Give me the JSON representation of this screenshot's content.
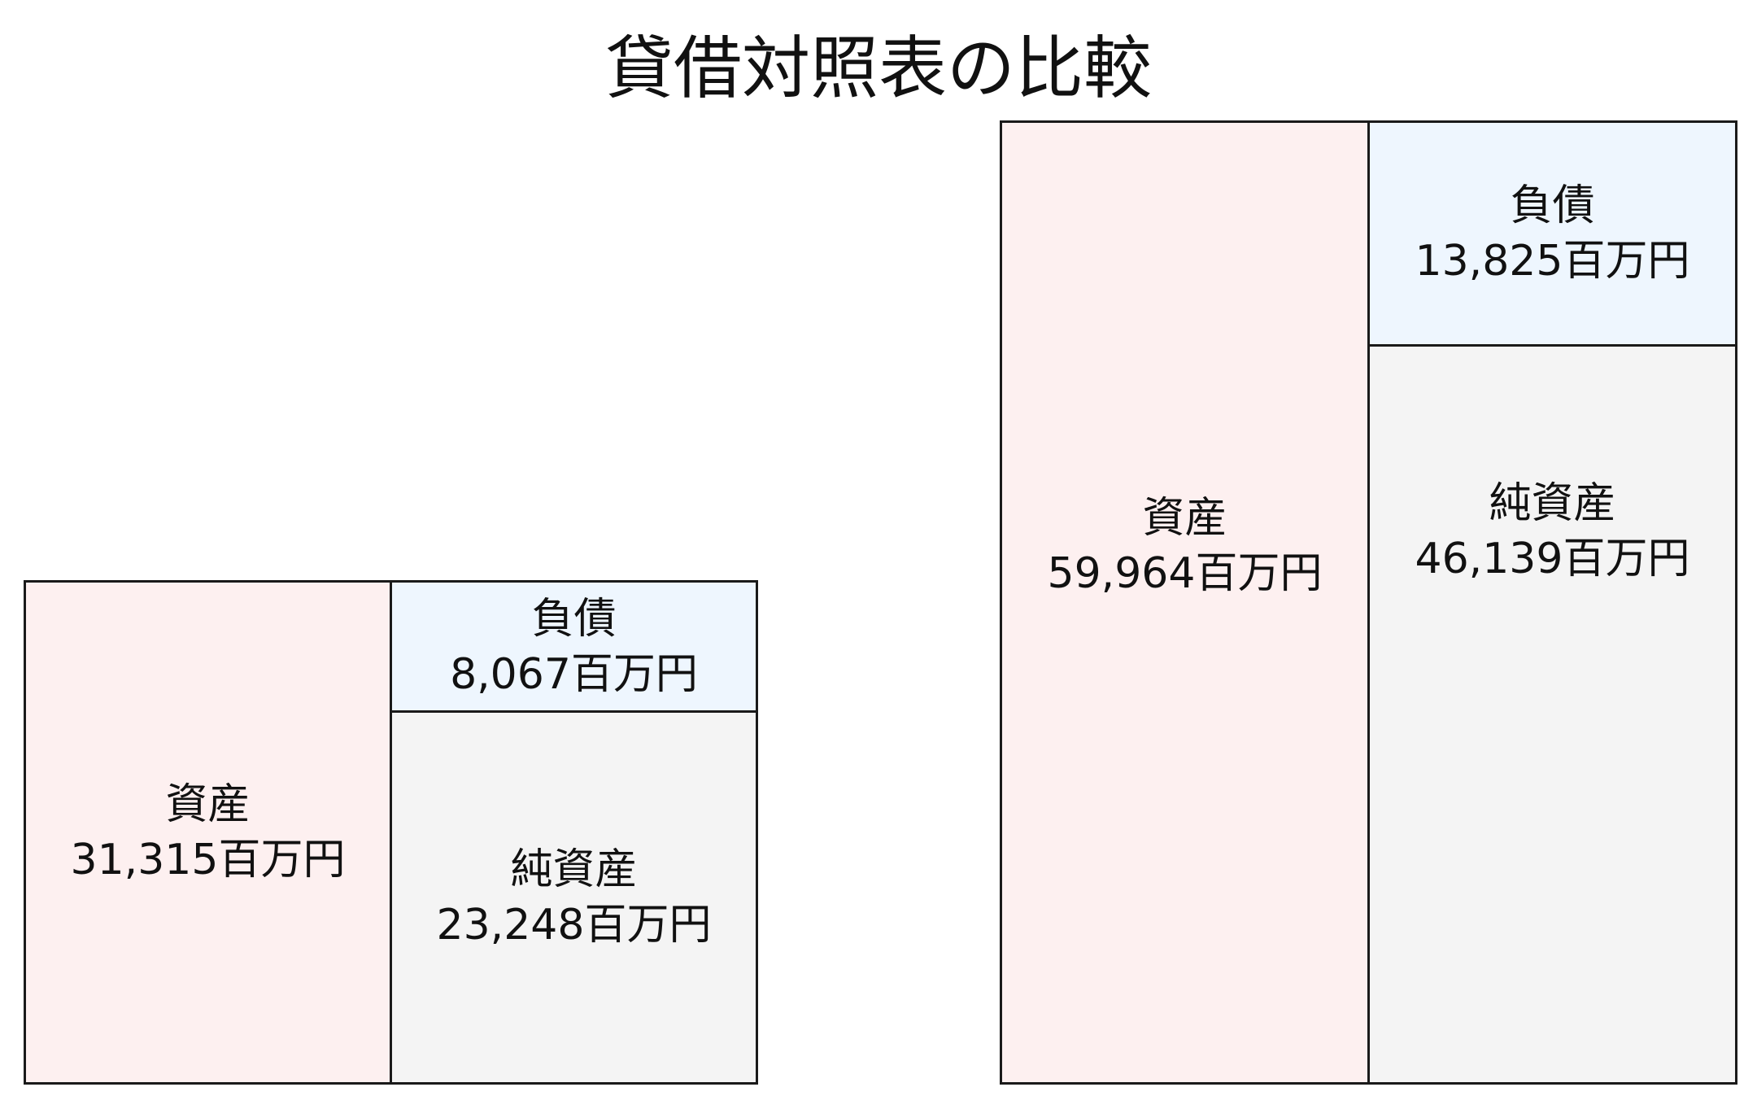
{
  "title": "貸借対照表の比較",
  "chart_data": {
    "type": "treemap",
    "title": "貸借対照表の比較",
    "unit": "百万円",
    "charts": [
      {
        "assets": {
          "label": "資産",
          "value": 31315,
          "text": "31,315百万円",
          "color": "#fdf0f0"
        },
        "liabilities": {
          "label": "負債",
          "value": 8067,
          "text": "8,067百万円",
          "color": "#eef6fe"
        },
        "net_assets": {
          "label": "純資産",
          "value": 23248,
          "text": "23,248百万円",
          "color": "#f4f4f4"
        }
      },
      {
        "assets": {
          "label": "資産",
          "value": 59964,
          "text": "59,964百万円",
          "color": "#fdf0f0"
        },
        "liabilities": {
          "label": "負債",
          "value": 13825,
          "text": "13,825百万円",
          "color": "#eef6fe"
        },
        "net_assets": {
          "label": "純資産",
          "value": 46139,
          "text": "46,139百万円",
          "color": "#f4f4f4"
        }
      }
    ]
  }
}
